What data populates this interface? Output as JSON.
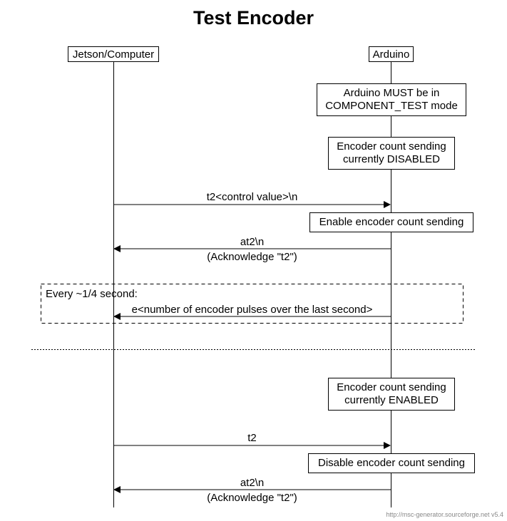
{
  "title": "Test Encoder",
  "actors": {
    "left": "Jetson/Computer",
    "right": "Arduino"
  },
  "notes": {
    "must_be_mode": [
      "Arduino MUST be in",
      "COMPONENT_TEST mode"
    ],
    "disabled_state": [
      "Encoder count sending",
      "currently DISABLED"
    ],
    "enable_action": "Enable encoder count sending",
    "enabled_state": [
      "Encoder count sending",
      "currently ENABLED"
    ],
    "disable_action": "Disable encoder count sending"
  },
  "messages": {
    "m1": {
      "label": "t2<control value>\\n"
    },
    "m2": {
      "label": "at2\\n",
      "sublabel": "(Acknowledge \"t2\")"
    },
    "m3": {
      "label": "e<number of encoder pulses over the last second>"
    },
    "m4": {
      "label": "t2"
    },
    "m5": {
      "label": "at2\\n",
      "sublabel": "(Acknowledge \"t2\")"
    }
  },
  "loop": {
    "label": "Every ~1/4 second:"
  },
  "credit": "http://msc-generator.sourceforge.net v5.4"
}
